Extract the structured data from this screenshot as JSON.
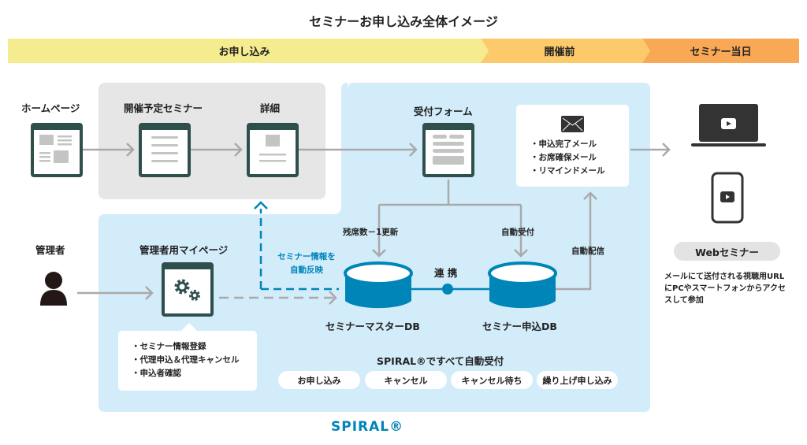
{
  "title": "セミナーお申し込み全体イメージ",
  "phases": [
    {
      "label": "お申し込み",
      "color": "#f5ec8f"
    },
    {
      "label": "開催前",
      "color": "#fdca6b"
    },
    {
      "label": "セミナー当日",
      "color": "#f9a955"
    }
  ],
  "nodes": {
    "homepage": "ホームページ",
    "upcoming": "開催予定セミナー",
    "detail": "詳細",
    "form": "受付フォーム",
    "admin": "管理者",
    "admin_page": "管理者用マイページ",
    "master_db": "セミナーマスターDB",
    "apply_db": "セミナー申込DB"
  },
  "mail_list": [
    "・申込完了メール",
    "・お席確保メール",
    "・リマインドメール"
  ],
  "admin_list": [
    "・セミナー情報登録",
    "・代理申込＆代理キャンセル",
    "・申込者確認"
  ],
  "edge_labels": {
    "seat_update": "残席数－1更新",
    "auto_accept": "自動受付",
    "auto_deliver": "自動配信",
    "link": "連 携",
    "reflect_1": "セミナー情報を",
    "reflect_2": "自動反映"
  },
  "auto_title": "SPIRAL®ですべて自動受付",
  "auto_pills": [
    "お申し込み",
    "キャンセル",
    "キャンセル待ち",
    "繰り上げ申し込み"
  ],
  "web_seminar": {
    "badge": "Webセミナー",
    "desc": [
      "メールにて送付される視聴用URL",
      "にPCやスマートフォンからアクセ",
      "スして参加"
    ]
  },
  "logo": "SPIRAL®",
  "colors": {
    "accent": "#0085b9",
    "panel_blue": "#d3ecfa",
    "panel_gray": "#e6e6e6",
    "window": "#2e4f4b"
  }
}
